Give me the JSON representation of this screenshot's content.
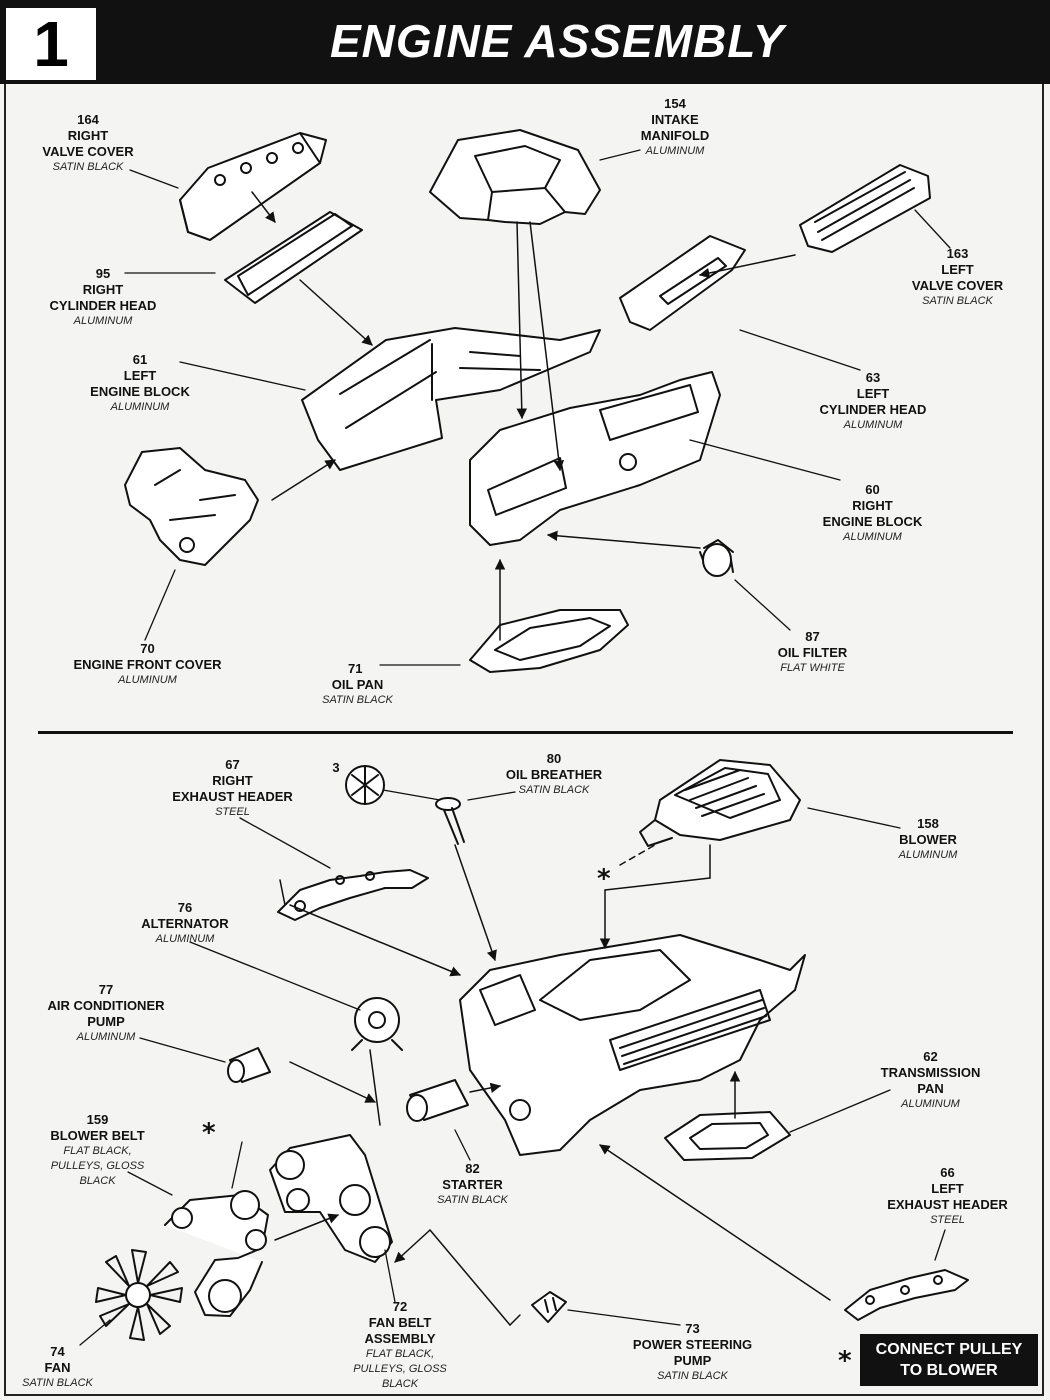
{
  "header": {
    "step_number": "1",
    "title": "ENGINE ASSEMBLY"
  },
  "parts": {
    "p164": {
      "number": "164",
      "name": [
        "RIGHT",
        "VALVE COVER"
      ],
      "finish": [
        "SATIN BLACK"
      ]
    },
    "p154": {
      "number": "154",
      "name": [
        "INTAKE",
        "MANIFOLD"
      ],
      "finish": [
        "ALUMINUM"
      ]
    },
    "p163": {
      "number": "163",
      "name": [
        "LEFT",
        "VALVE COVER"
      ],
      "finish": [
        "SATIN BLACK"
      ]
    },
    "p95": {
      "number": "95",
      "name": [
        "RIGHT",
        "CYLINDER HEAD"
      ],
      "finish": [
        "ALUMINUM"
      ]
    },
    "p61": {
      "number": "61",
      "name": [
        "LEFT",
        "ENGINE BLOCK"
      ],
      "finish": [
        "ALUMINUM"
      ]
    },
    "p63": {
      "number": "63",
      "name": [
        "LEFT",
        "CYLINDER HEAD"
      ],
      "finish": [
        "ALUMINUM"
      ]
    },
    "p60": {
      "number": "60",
      "name": [
        "RIGHT",
        "ENGINE BLOCK"
      ],
      "finish": [
        "ALUMINUM"
      ]
    },
    "p70": {
      "number": "70",
      "name": [
        "ENGINE FRONT COVER"
      ],
      "finish": [
        "ALUMINUM"
      ]
    },
    "p71": {
      "number": "71",
      "name": [
        "OIL PAN"
      ],
      "finish": [
        "SATIN BLACK"
      ]
    },
    "p87": {
      "number": "87",
      "name": [
        "OIL FILTER"
      ],
      "finish": [
        "FLAT WHITE"
      ]
    },
    "p67": {
      "number": "67",
      "name": [
        "RIGHT",
        "EXHAUST HEADER"
      ],
      "finish": [
        "STEEL"
      ]
    },
    "p3": {
      "number": "3"
    },
    "p80": {
      "number": "80",
      "name": [
        "OIL BREATHER"
      ],
      "finish": [
        "SATIN BLACK"
      ]
    },
    "p158": {
      "number": "158",
      "name": [
        "BLOWER"
      ],
      "finish": [
        "ALUMINUM"
      ]
    },
    "p76": {
      "number": "76",
      "name": [
        "ALTERNATOR"
      ],
      "finish": [
        "ALUMINUM"
      ]
    },
    "p77": {
      "number": "77",
      "name": [
        "AIR CONDITIONER",
        "PUMP"
      ],
      "finish": [
        "ALUMINUM"
      ]
    },
    "p62": {
      "number": "62",
      "name": [
        "TRANSMISSION",
        "PAN"
      ],
      "finish": [
        "ALUMINUM"
      ]
    },
    "p159": {
      "number": "159",
      "name": [
        "BLOWER BELT"
      ],
      "finish": [
        "FLAT BLACK,",
        "PULLEYS, GLOSS",
        "BLACK"
      ]
    },
    "p82": {
      "number": "82",
      "name": [
        "STARTER"
      ],
      "finish": [
        "SATIN BLACK"
      ]
    },
    "p66": {
      "number": "66",
      "name": [
        "LEFT",
        "EXHAUST HEADER"
      ],
      "finish": [
        "STEEL"
      ]
    },
    "p72": {
      "number": "72",
      "name": [
        "FAN BELT",
        "ASSEMBLY"
      ],
      "finish": [
        "FLAT BLACK,",
        "PULLEYS, GLOSS",
        "BLACK"
      ]
    },
    "p73": {
      "number": "73",
      "name": [
        "POWER STEERING",
        "PUMP"
      ],
      "finish": [
        "SATIN BLACK"
      ]
    },
    "p74": {
      "number": "74",
      "name": [
        "FAN"
      ],
      "finish": [
        "SATIN BLACK"
      ]
    }
  },
  "asterisk": "*",
  "note": {
    "lines": [
      "CONNECT PULLEY",
      "TO BLOWER"
    ]
  }
}
